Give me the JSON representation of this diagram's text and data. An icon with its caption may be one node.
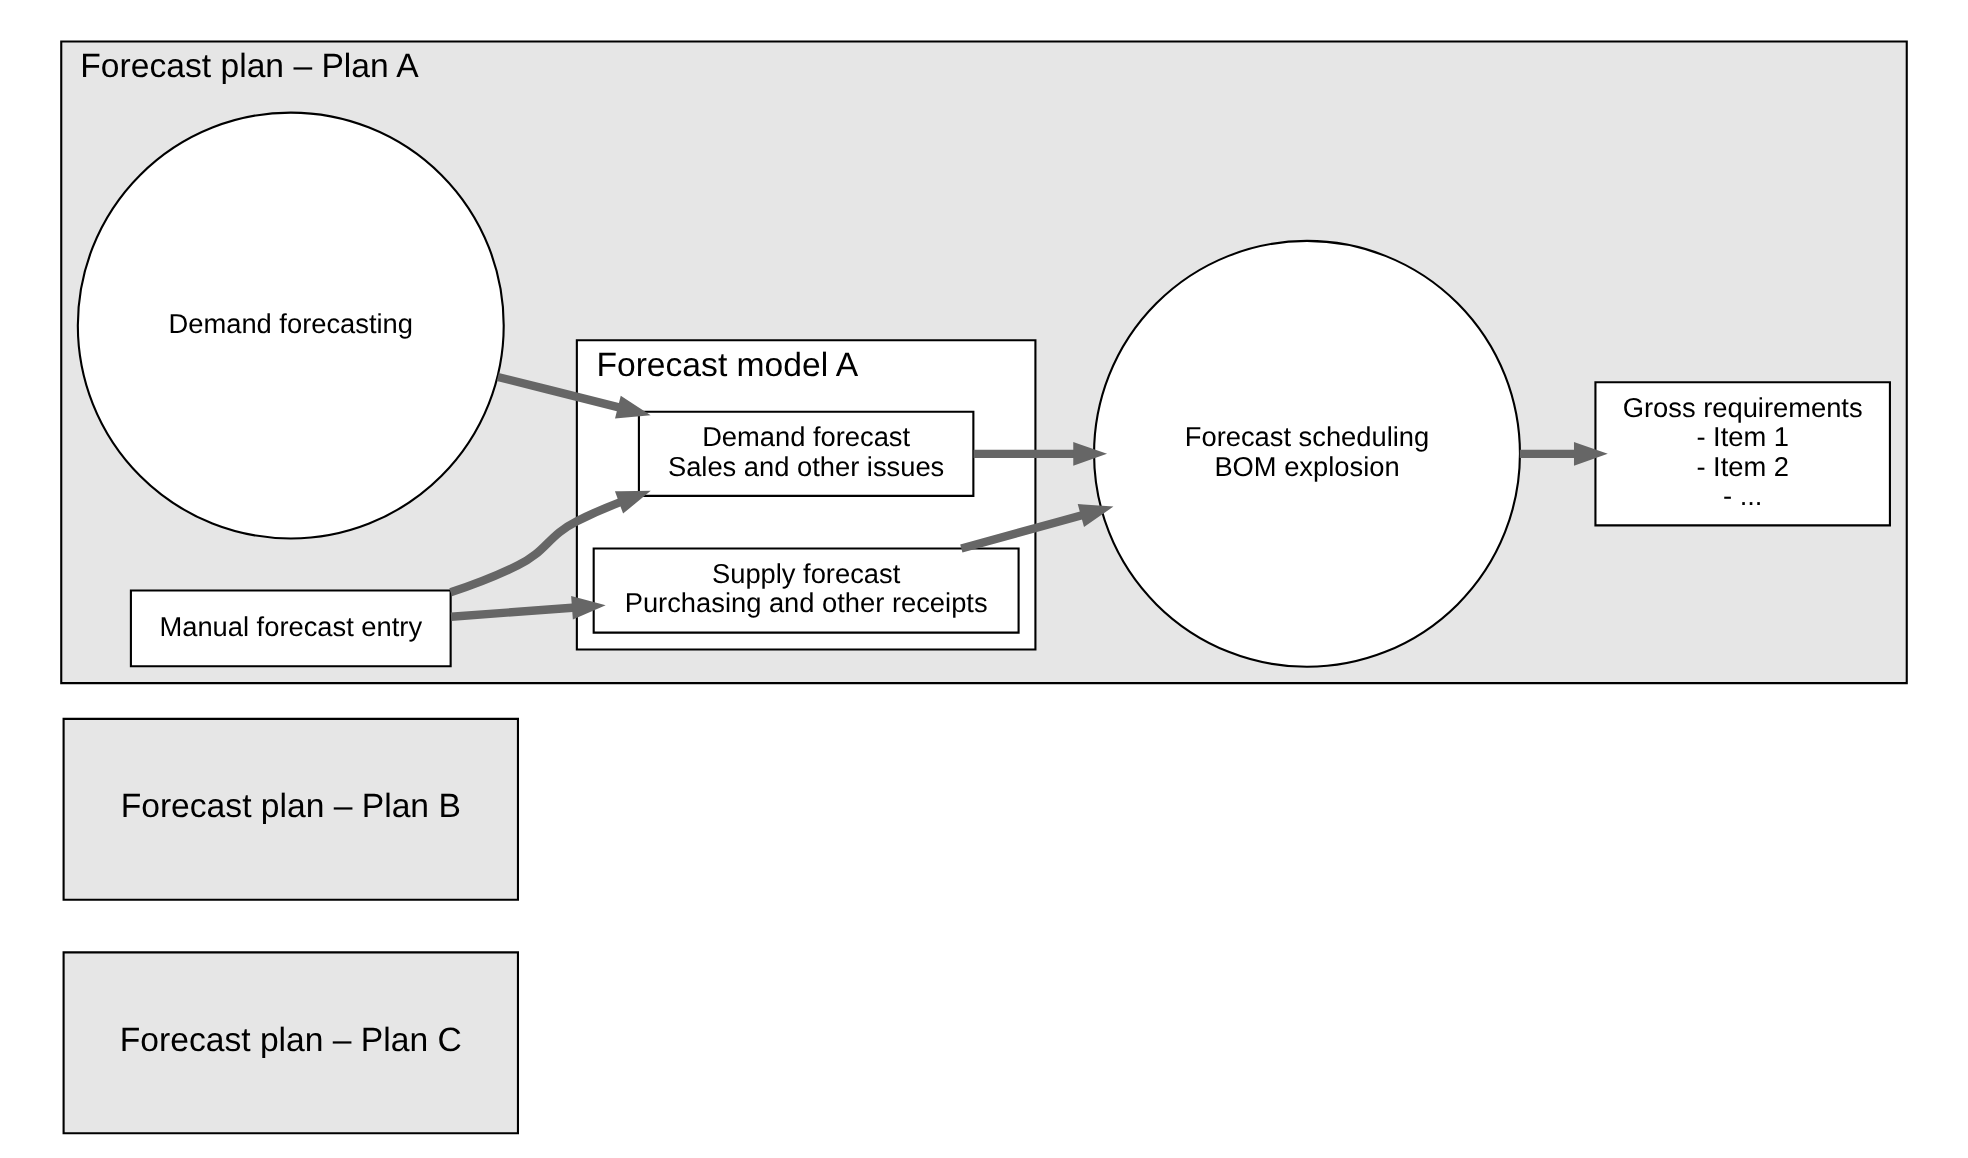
{
  "diagram": {
    "nodes": [
      {
        "text": [
          "Forecast plan – Plan C"
        ]
      },
      {
        "text": [
          "Forecast plan – Plan B"
        ]
      },
      {
        "text": [
          "Forecast plan – Plan A"
        ]
      },
      {
        "text": [
          "Demand forecasting"
        ],
        "in": 2
      },
      {
        "text": [
          "Forecast model A"
        ],
        "in": 2
      },
      {
        "text": [
          "Demand forecast",
          "Sales and other issues"
        ],
        "in": 4
      },
      {
        "text": [
          "Supply forecast",
          "Purchasing and other receipts"
        ],
        "in": 4
      },
      {
        "text": [
          "Manual forecast entry"
        ],
        "in": 2
      },
      {
        "text": [
          "Forecast scheduling",
          "BOM explosion"
        ],
        "in": 2
      },
      {
        "text": [
          "Gross requirements",
          "- Item 1",
          "- Item 2",
          "- ..."
        ],
        "in": 2
      }
    ],
    "edges": [
      {
        "from": 3,
        "to": 5,
        "arrow": "to"
      },
      {
        "from": 7,
        "to": 5,
        "arrow": "to"
      },
      {
        "from": 7,
        "to": 6,
        "arrow": "to"
      },
      {
        "from": 5,
        "to": 8,
        "arrow": "to"
      },
      {
        "from": 6,
        "to": 8,
        "arrow": "to"
      },
      {
        "from": 8,
        "to": 9,
        "arrow": "to"
      }
    ]
  }
}
